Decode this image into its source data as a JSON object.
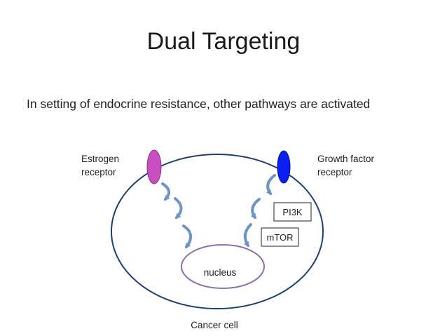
{
  "title": "Dual Targeting",
  "subtitle": "In setting of endocrine resistance, other pathways are activated",
  "diagram": {
    "estrogen_receptor": {
      "line1": "Estrogen",
      "line2": "receptor",
      "color": "#c84fc0"
    },
    "growth_factor_receptor": {
      "line1": "Growth factor",
      "line2": "receptor",
      "color": "#0a1ff0"
    },
    "pi3k": "PI3K",
    "mtor": "mTOR",
    "nucleus": "nucleus",
    "cancer_cell": "Cancer cell",
    "colors": {
      "cell_outline": "#1f3f6e",
      "nucleus_outline": "#8a70a8",
      "arrow": "#6d94c5"
    }
  }
}
